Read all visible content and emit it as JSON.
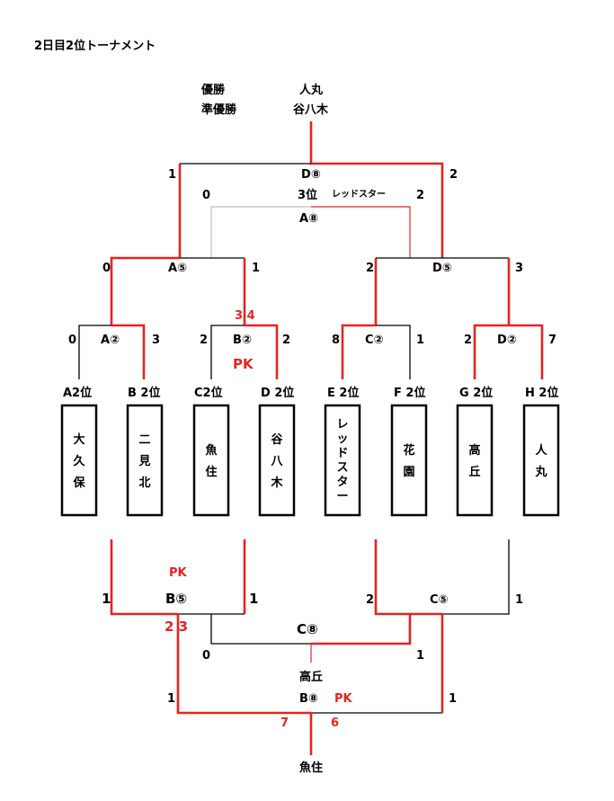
{
  "title": "2日目2位トーナメント",
  "result": {
    "champion_label": "優勝",
    "runner_up_label": "準優勝",
    "champion": "人丸",
    "runner_up": "谷八木"
  },
  "final": {
    "label": "D⑧",
    "left_score": "1",
    "right_score": "2"
  },
  "third_place": {
    "label": "3位",
    "team": "レッドスター",
    "match": "A⑧",
    "left_score": "0",
    "right_score": "2"
  },
  "semis": [
    {
      "label": "A⑤",
      "left_score": "0",
      "right_score": "1"
    },
    {
      "label": "D⑤",
      "left_score": "2",
      "right_score": "3"
    }
  ],
  "quarters": [
    {
      "label": "A②",
      "left_score": "0",
      "right_score": "3",
      "note": ""
    },
    {
      "label": "B②",
      "left_score": "2",
      "right_score": "2",
      "pk": "3  4",
      "note": "PK"
    },
    {
      "label": "C②",
      "left_score": "8",
      "right_score": "1",
      "note": ""
    },
    {
      "label": "D②",
      "left_score": "2",
      "right_score": "7",
      "note": ""
    }
  ],
  "teams": [
    {
      "seed": "A2位",
      "name": [
        "大",
        "久",
        "保"
      ]
    },
    {
      "seed": "B 2位",
      "name": [
        "二",
        "見",
        "北"
      ]
    },
    {
      "seed": "C2位",
      "name": [
        "魚",
        "住"
      ]
    },
    {
      "seed": "D 2位",
      "name": [
        "谷",
        "八",
        "木"
      ]
    },
    {
      "seed": "E 2位",
      "name": [
        "レ",
        "ッ",
        "ド",
        "ス",
        "タ",
        "ー"
      ]
    },
    {
      "seed": "F 2位",
      "name": [
        "花",
        "園"
      ]
    },
    {
      "seed": "G 2位",
      "name": [
        "高",
        "丘"
      ]
    },
    {
      "seed": "H 2位",
      "name": [
        "人",
        "丸"
      ]
    }
  ],
  "lower": {
    "b5": {
      "label": "B⑤",
      "note": "PK",
      "left_score": "1",
      "right_score": "1",
      "pk": "2  3"
    },
    "c5": {
      "label": "C⑤",
      "left_score": "2",
      "right_score": "1"
    },
    "c8": {
      "label": "C⑧",
      "left_score": "0",
      "right_score": "1",
      "winner": "高丘"
    },
    "b8": {
      "label": "B⑧",
      "note": "PK",
      "left_score": "1",
      "right_score": "1",
      "pk_left": "7",
      "pk_right": "6",
      "winner": "魚住"
    }
  }
}
